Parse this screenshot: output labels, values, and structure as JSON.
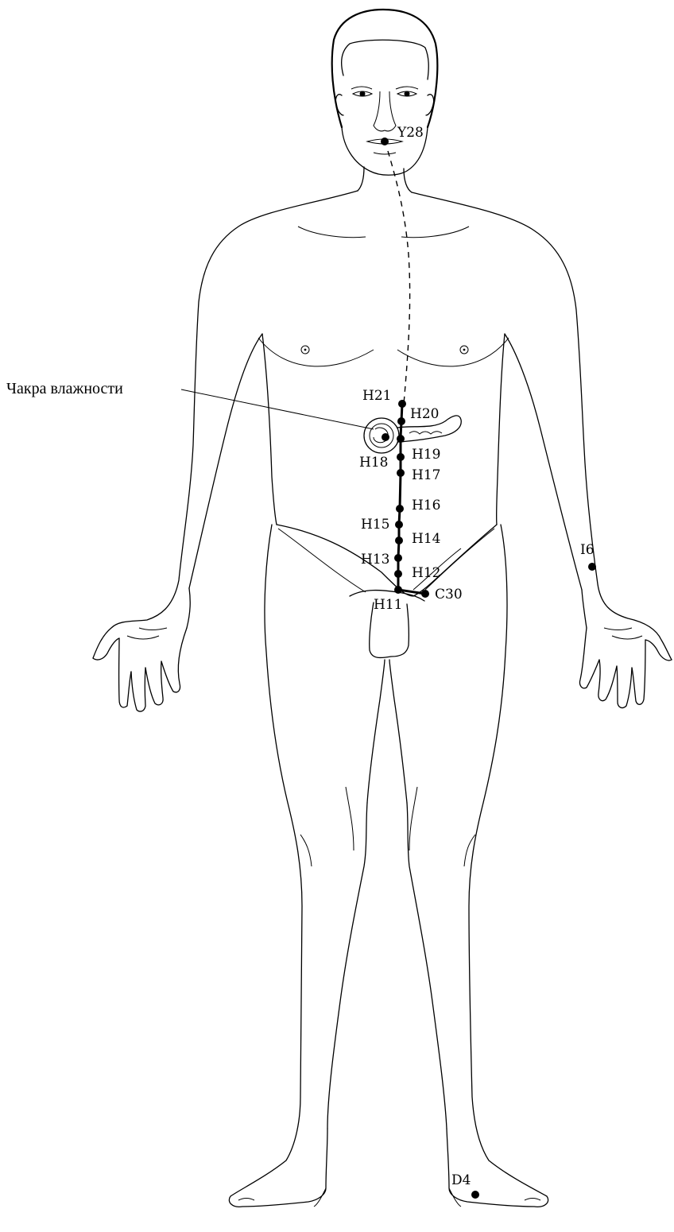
{
  "diagram": {
    "chakra_caption": "Чакра влажности",
    "colors": {
      "ink": "#000000",
      "background": "#ffffff"
    },
    "points": [
      {
        "id": "y28",
        "label": "Y28"
      },
      {
        "id": "h21",
        "label": "H21"
      },
      {
        "id": "h20",
        "label": "H20"
      },
      {
        "id": "h19",
        "label": "H19"
      },
      {
        "id": "h18",
        "label": "H18"
      },
      {
        "id": "h17",
        "label": "H17"
      },
      {
        "id": "h16",
        "label": "H16"
      },
      {
        "id": "h15",
        "label": "H15"
      },
      {
        "id": "h14",
        "label": "H14"
      },
      {
        "id": "h13",
        "label": "H13"
      },
      {
        "id": "h12",
        "label": "H12"
      },
      {
        "id": "h11",
        "label": "H11"
      },
      {
        "id": "c30",
        "label": "C30"
      },
      {
        "id": "i6",
        "label": "I6"
      },
      {
        "id": "d4",
        "label": "D4"
      }
    ]
  }
}
